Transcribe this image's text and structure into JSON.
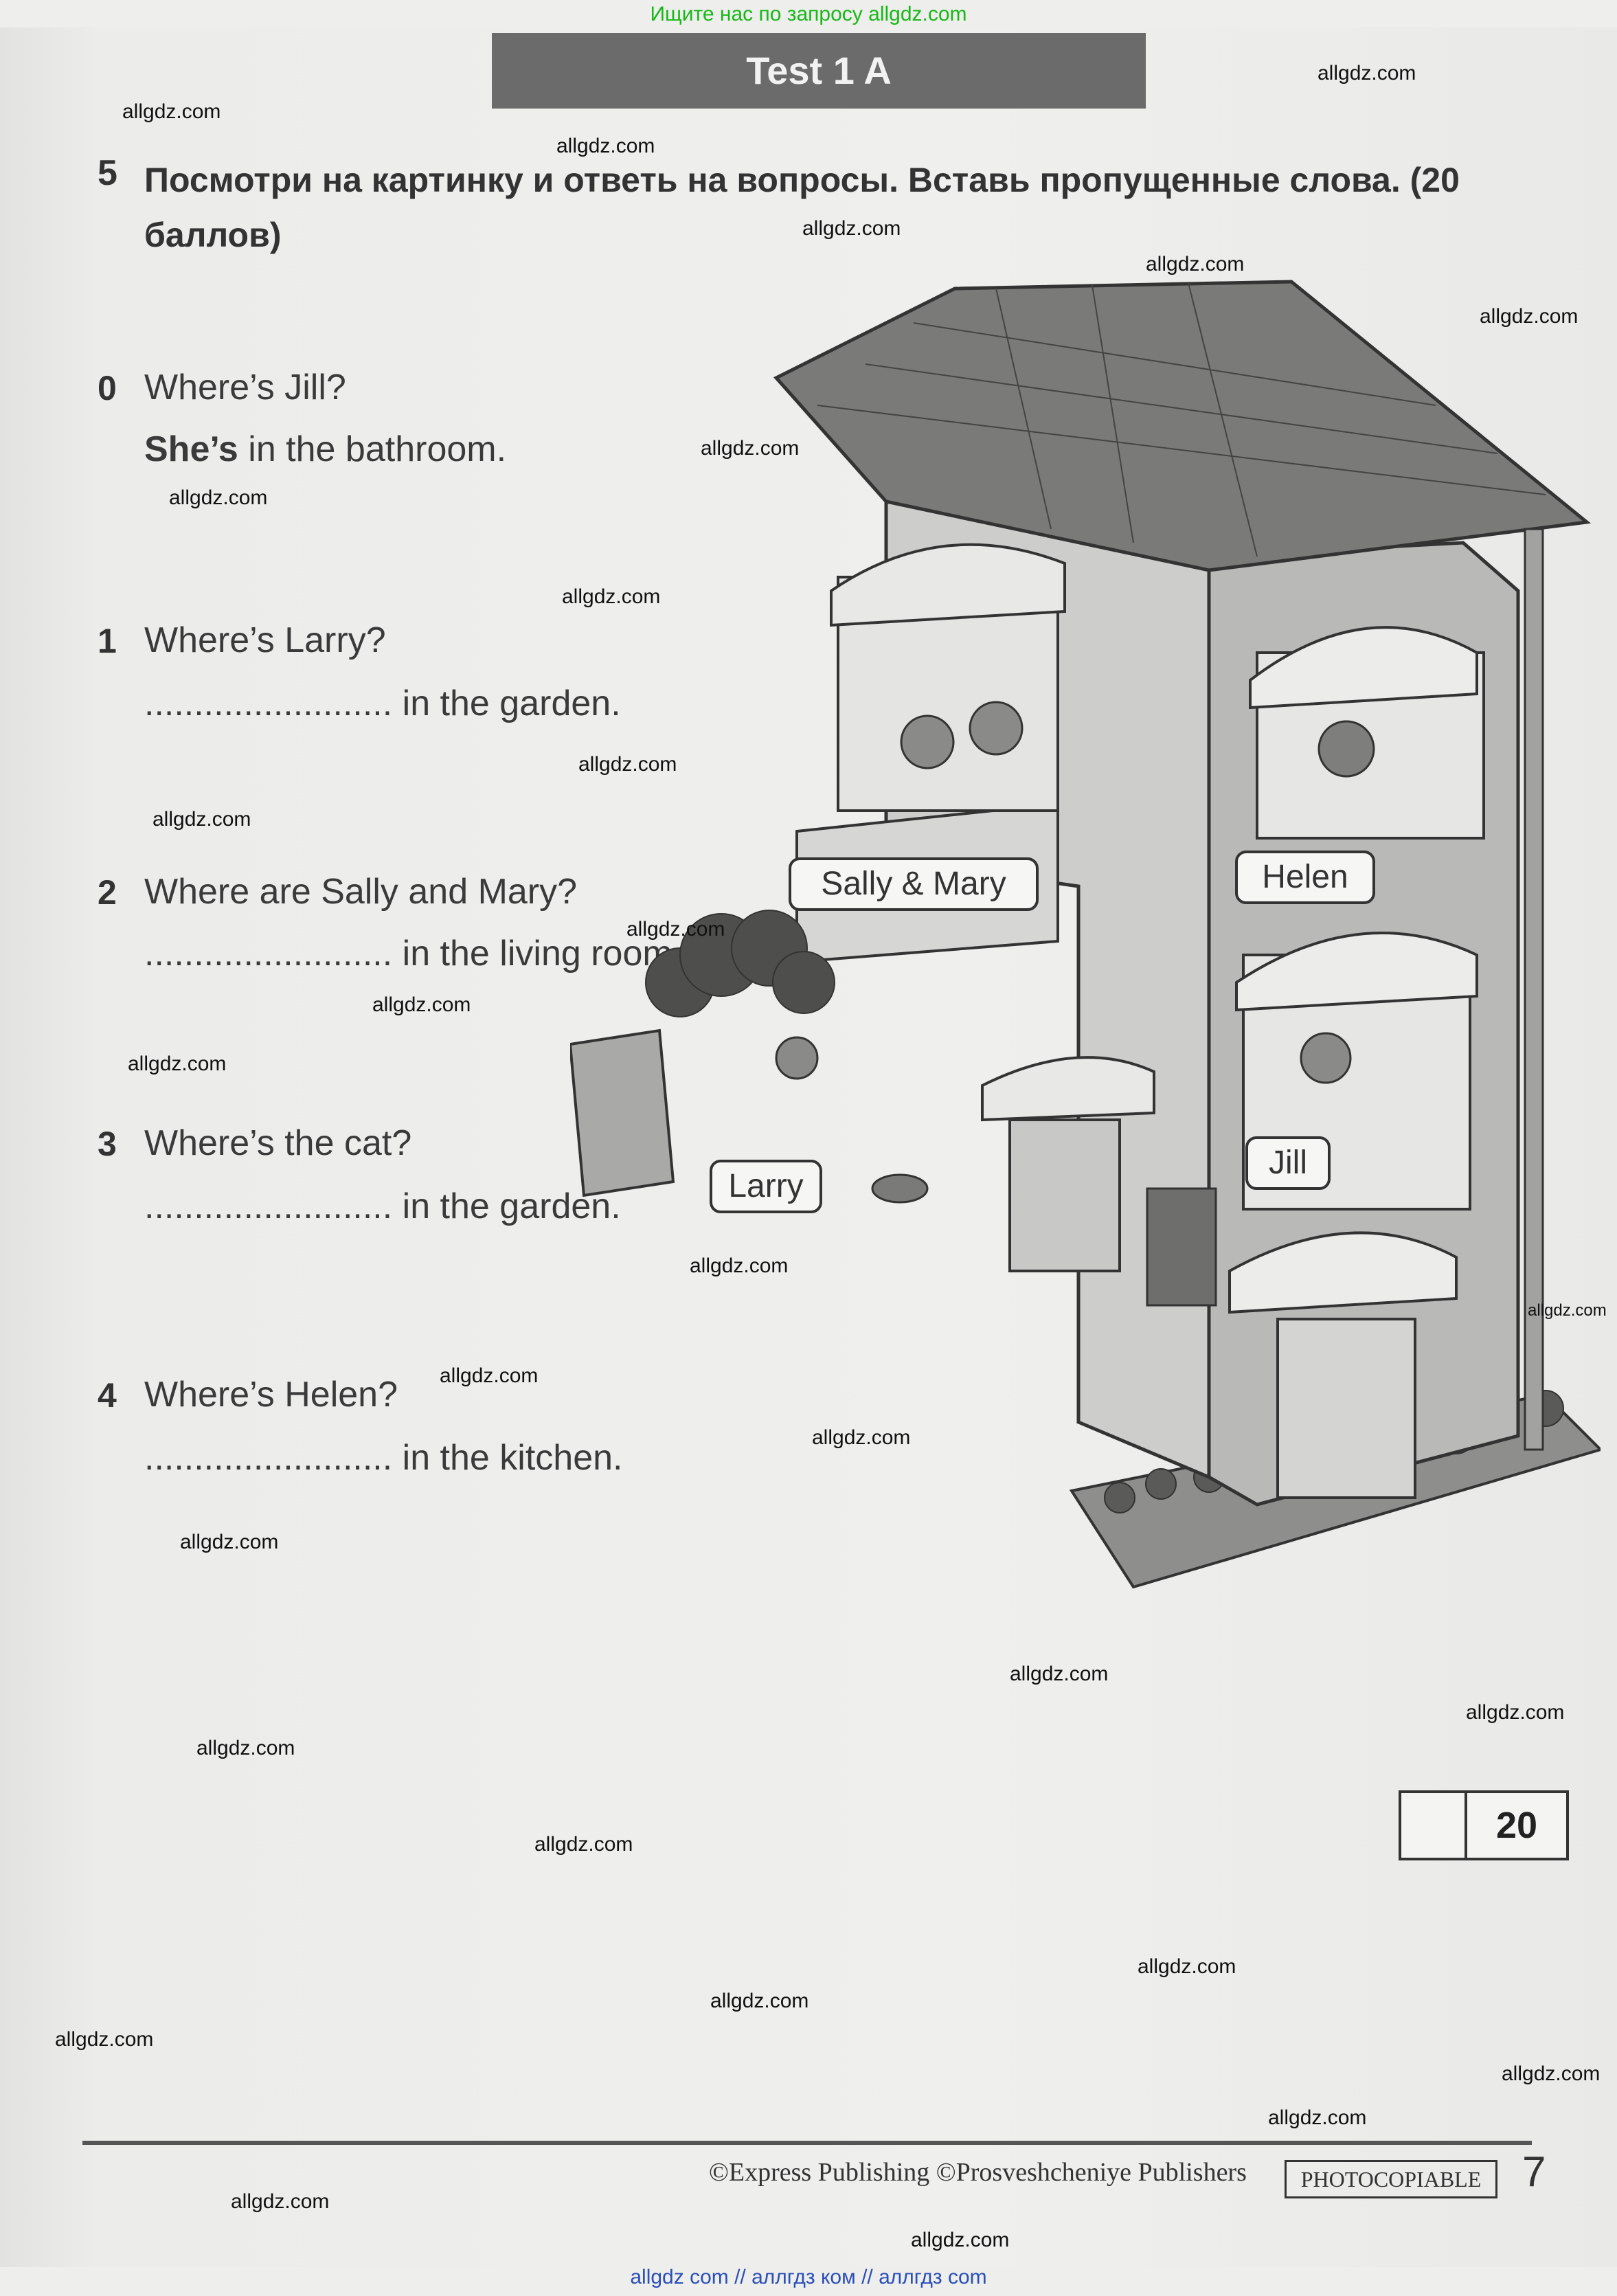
{
  "top_link": "Ищите нас по запросу allgdz.com",
  "bottom_link": "allgdz com  //  аллгдз ком  //  аллгдз com",
  "title": "Test 1 A",
  "task": {
    "number": "5",
    "instruction": "Посмотри на картинку и ответь на вопросы. Вставь пропущенные слова. (20 баллов)"
  },
  "questions": [
    {
      "num": "0",
      "question": "Where’s Jill?",
      "answer_bold": "She’s",
      "answer_rest": " in the bathroom."
    },
    {
      "num": "1",
      "question": "Where’s Larry?",
      "blank": ".........................",
      "answer_rest": " in the garden."
    },
    {
      "num": "2",
      "question": "Where are Sally and Mary?",
      "blank": ".........................",
      "answer_rest": " in the living room."
    },
    {
      "num": "3",
      "question": "Where’s the cat?",
      "blank": ".........................",
      "answer_rest": " in the garden."
    },
    {
      "num": "4",
      "question": "Where’s Helen?",
      "blank": ".........................",
      "answer_rest": " in the kitchen."
    }
  ],
  "picture_labels": {
    "sally_mary": "Sally & Mary",
    "helen": "Helen",
    "larry": "Larry",
    "jill": "Jill"
  },
  "score": {
    "max": "20"
  },
  "footer": {
    "publishers": "©Express Publishing   ©Prosveshcheniye Publishers",
    "photocopiable": "PHOTOCOPIABLE",
    "page_number": "7"
  },
  "watermark": "allgdz.com"
}
